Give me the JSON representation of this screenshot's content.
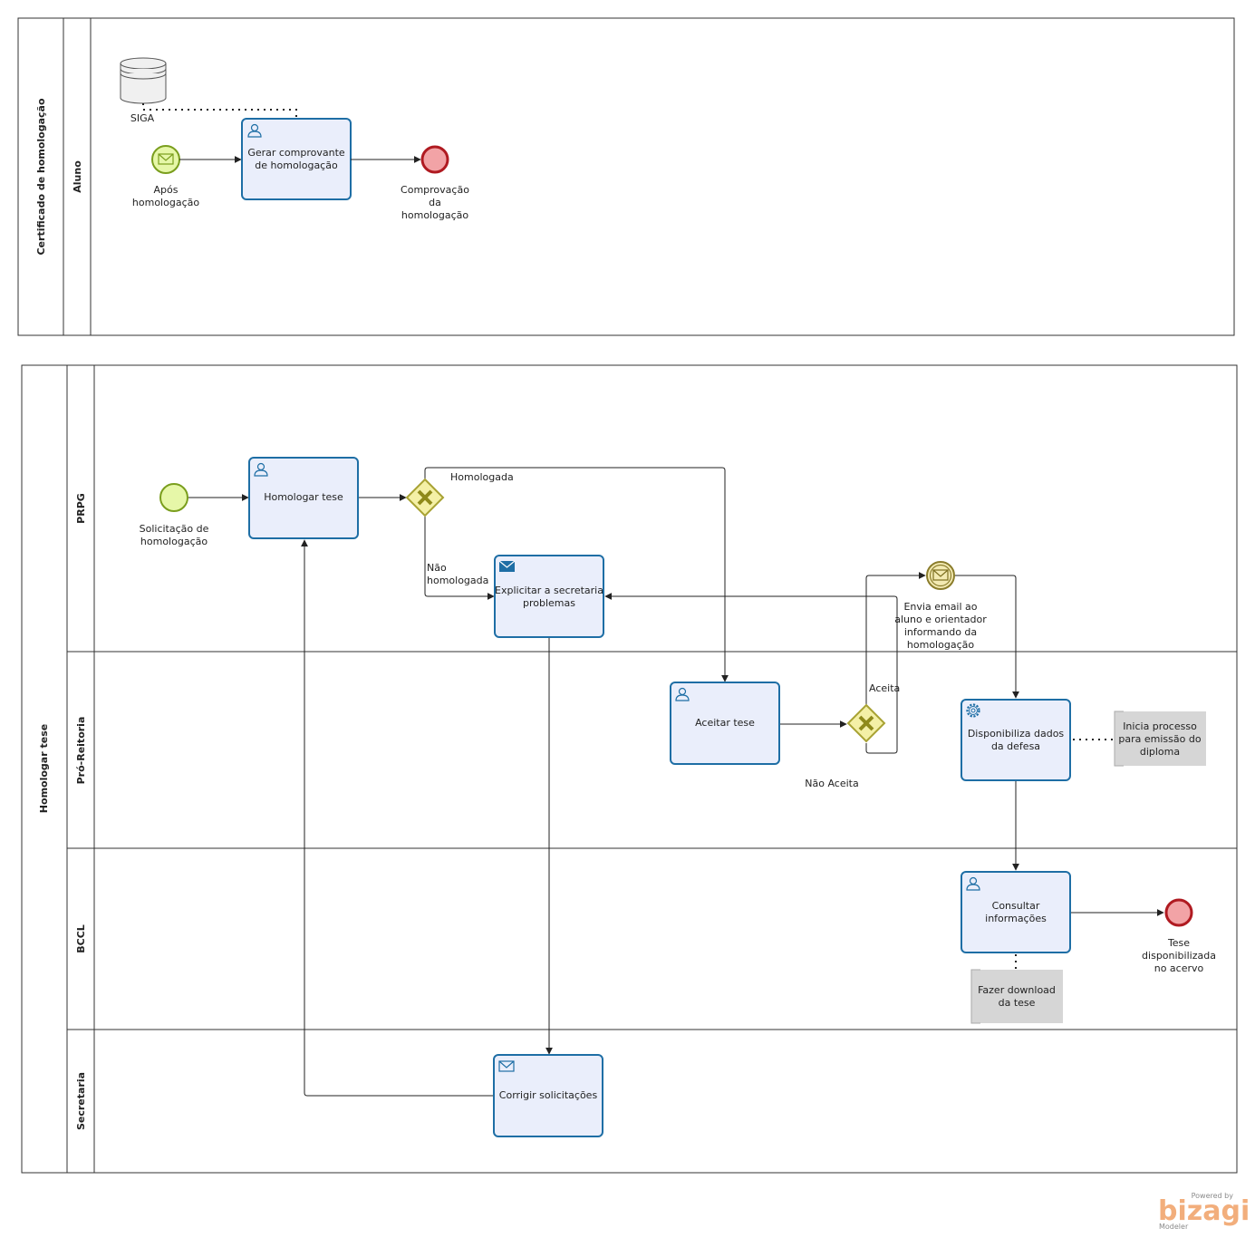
{
  "pools": {
    "certificado": {
      "title": "Certificado de homologação",
      "lanes": {
        "aluno": "Aluno"
      }
    },
    "homologar": {
      "title": "Homologar tese",
      "lanes": {
        "prpg": "PRPG",
        "pro_reitoria": "Pró-Reitoria",
        "bccl": "BCCL",
        "secretaria": "Secretaria"
      }
    }
  },
  "certificado_elements": {
    "data_store": "SIGA",
    "start_event": [
      "Após",
      "homologação"
    ],
    "task_gerar": [
      "Gerar comprovante",
      "de homologação"
    ],
    "end_event": [
      "Comprovação",
      "da",
      "homologação"
    ]
  },
  "homologar_elements": {
    "start_event": [
      "Solicitação de",
      "homologação"
    ],
    "task_homologar": [
      "Homologar tese"
    ],
    "gateway1_yes": "Homologada",
    "gateway1_no": [
      "Não",
      "homologada"
    ],
    "task_explicitar": [
      "Explicitar a secretaria",
      "problemas"
    ],
    "email_event": [
      "Envia email ao",
      "aluno e orientador",
      "informando da",
      "homologação"
    ],
    "task_aceitar": [
      "Aceitar tese"
    ],
    "gateway2_yes": "Aceita",
    "gateway2_no": "Não Aceita",
    "task_disponibiliza": [
      "Disponibiliza dados",
      "da defesa"
    ],
    "note_diploma": [
      "Inicia processo",
      "para emissão do",
      "diploma"
    ],
    "task_consultar": [
      "Consultar",
      "informações"
    ],
    "note_download": [
      "Fazer download",
      "da tese"
    ],
    "end_event": [
      "Tese",
      "disponibilizada",
      "no acervo"
    ],
    "task_corrigir": [
      "Corrigir solicitações"
    ]
  },
  "branding": {
    "powered_by": "Powered by",
    "brand": "bizagi",
    "product": "Modeler"
  },
  "colors": {
    "task_fill": "#eaeefb",
    "task_stroke": "#1e6ea5",
    "start_fill": "#e6f7a8",
    "end_fill": "#f2a3a6",
    "gateway_fill": "#f4f0a6",
    "note_fill": "#d6d6d6"
  }
}
